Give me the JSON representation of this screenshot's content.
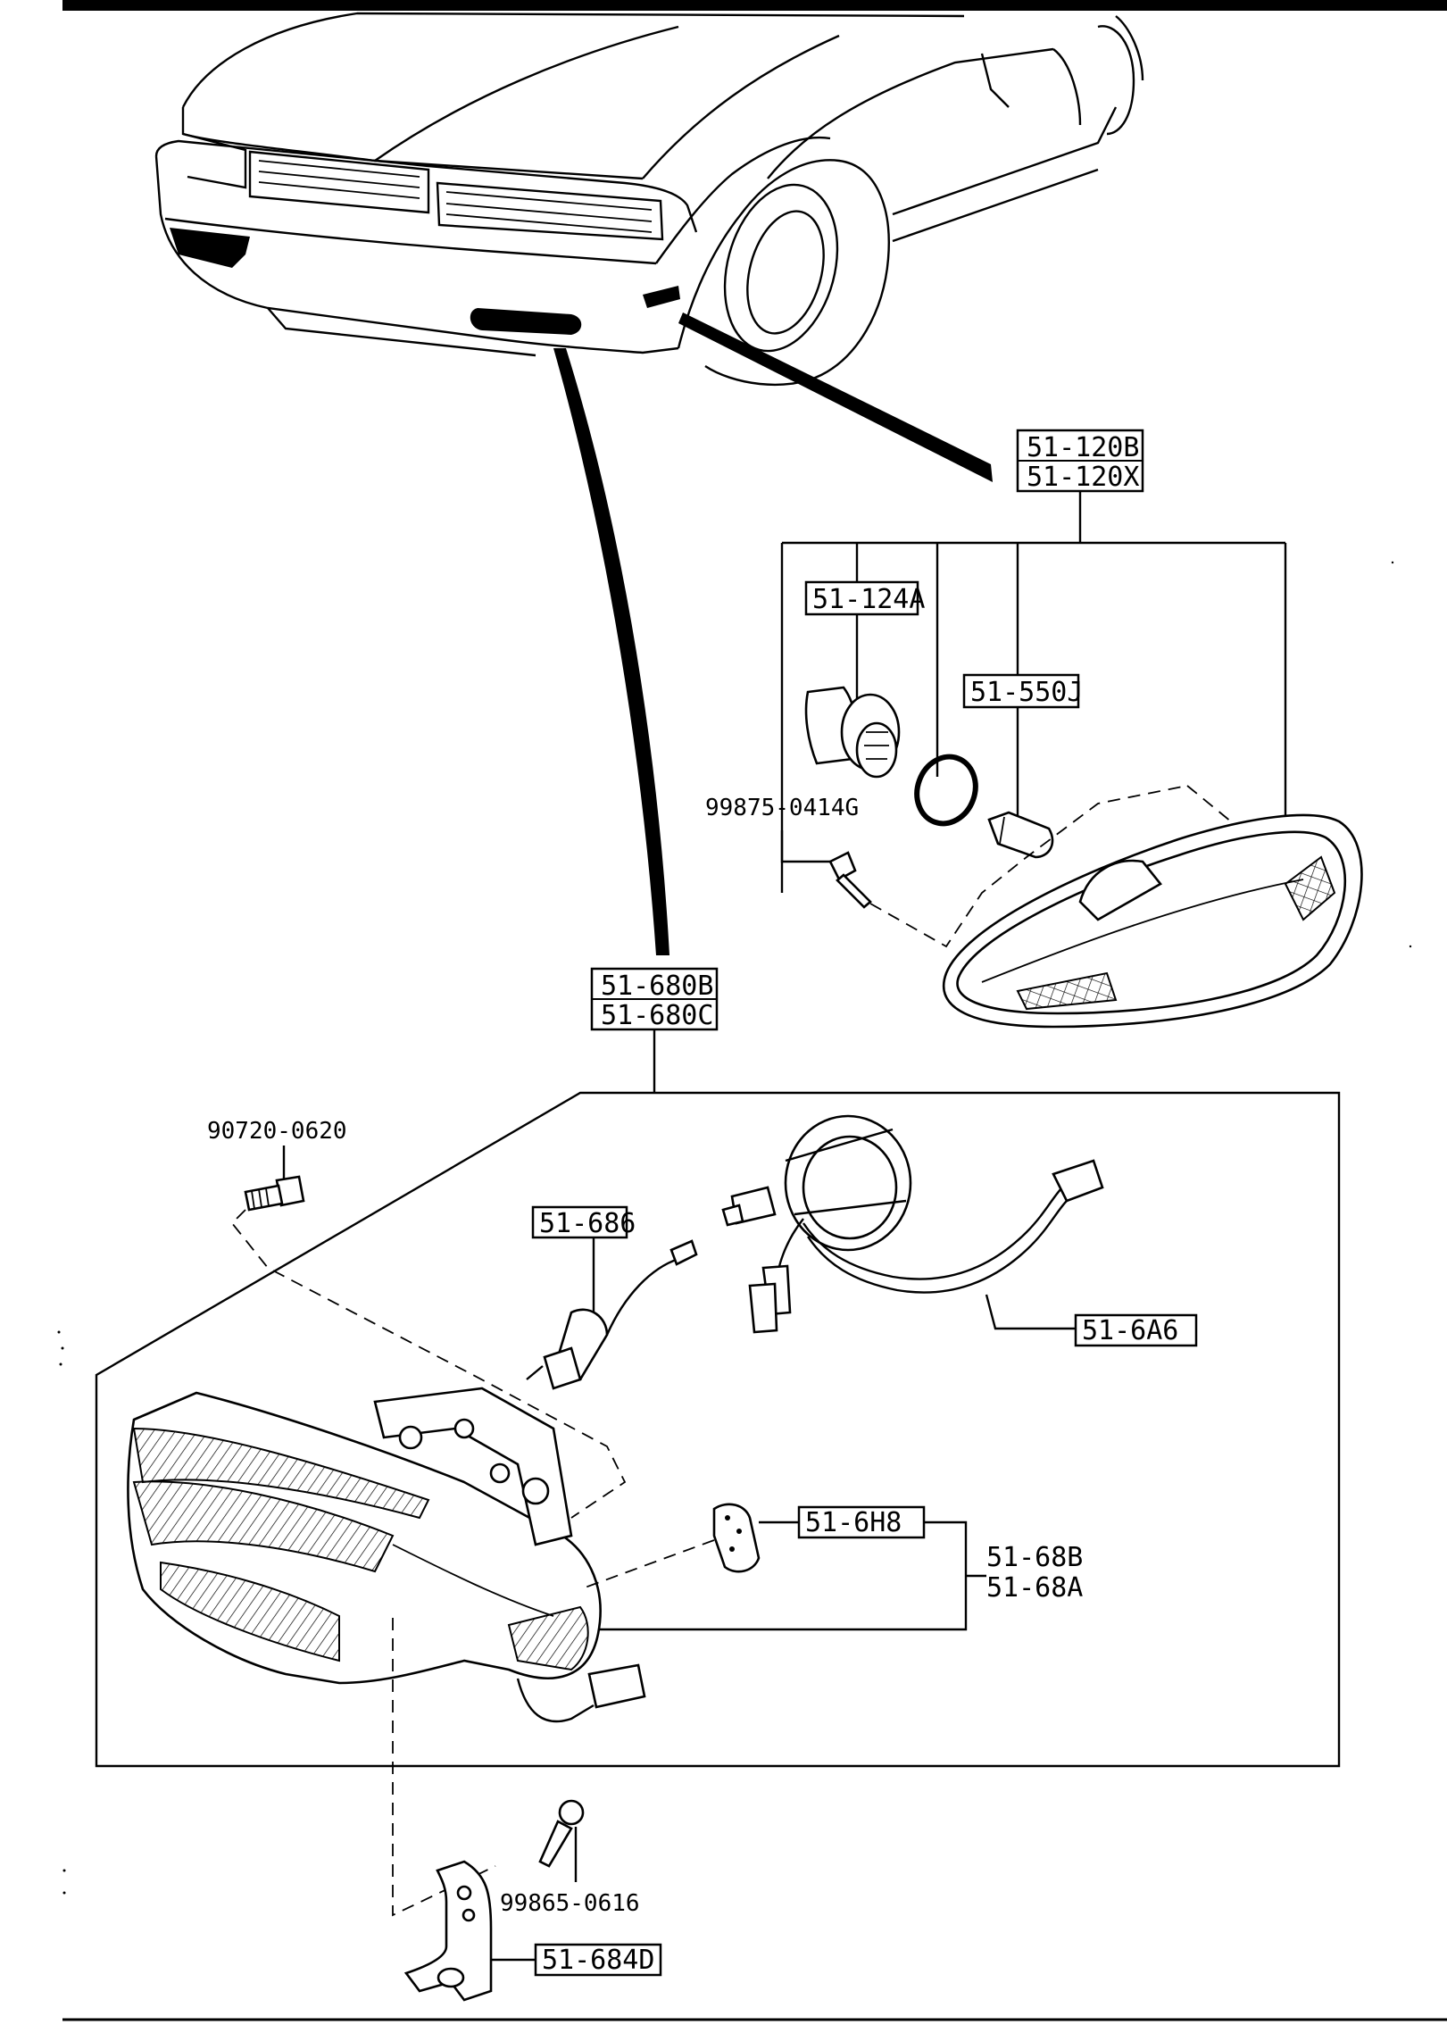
{
  "callouts": {
    "side_lamp_a": "51-120B",
    "side_lamp_b": "51-120X",
    "socket": "51-124A",
    "side_bulb": "51-550J",
    "side_screw": "99875-0414G",
    "fog_lamp_a": "51-680B",
    "fog_lamp_b": "51-680C",
    "fog_bolt": "90720-0620",
    "fog_bulb": "51-686",
    "fog_harness": "51-6A6",
    "fog_grommet": "51-6H8",
    "fog_unit_a": "51-68B",
    "fog_unit_b": "51-68A",
    "bracket_screw": "99865-0616",
    "bracket": "51-684D"
  }
}
